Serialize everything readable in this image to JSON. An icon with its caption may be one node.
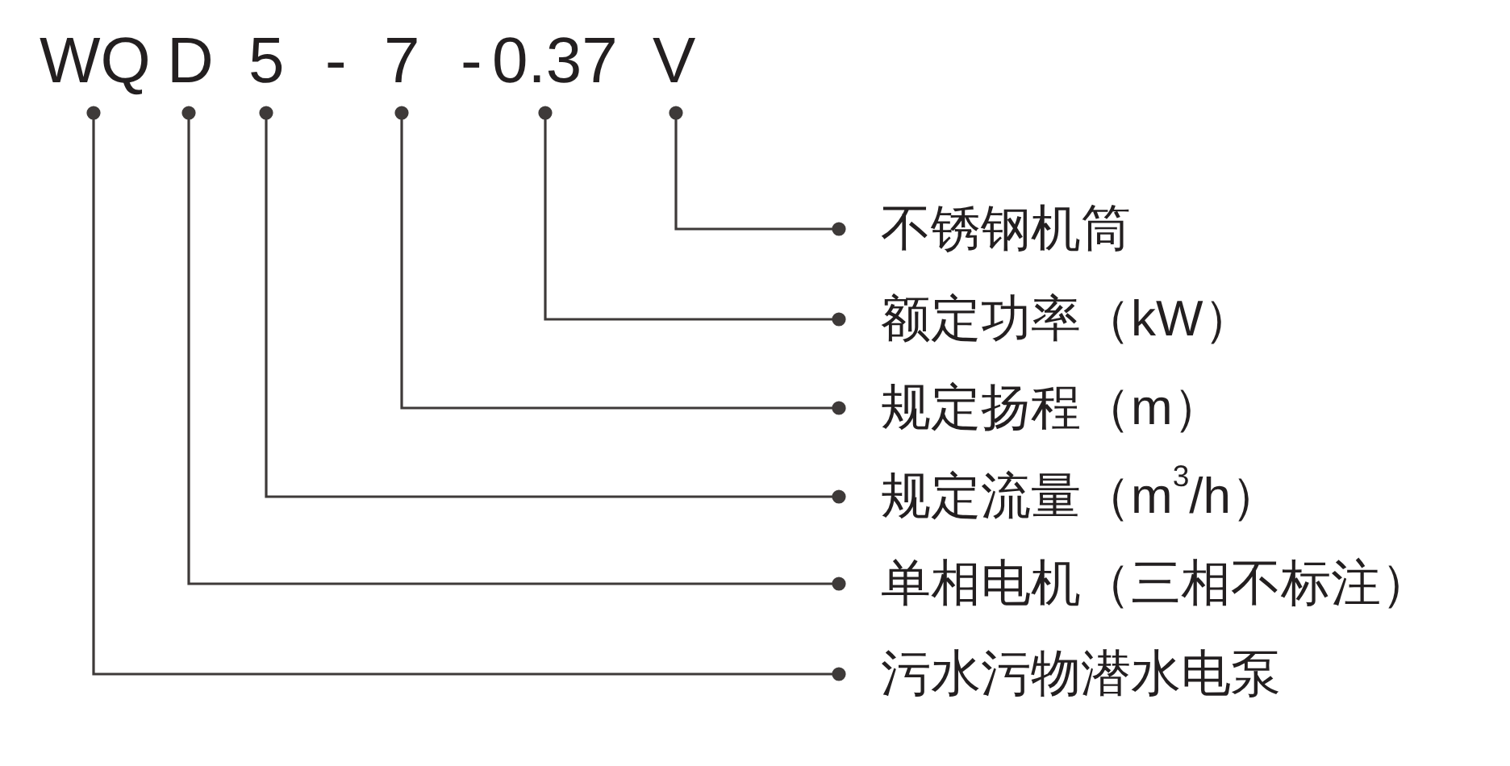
{
  "diagram": {
    "nodes": [
      {
        "text": [
          "WQ"
        ]
      },
      {
        "text": [
          "D"
        ]
      },
      {
        "text": [
          "5"
        ]
      },
      {
        "text": [
          "7"
        ]
      },
      {
        "text": [
          "0.37"
        ]
      },
      {
        "text": [
          "V"
        ]
      },
      {
        "text": [
          "不锈钢机筒"
        ]
      },
      {
        "text": [
          "额定功率（kW）"
        ]
      },
      {
        "text": [
          "规定扬程（m）"
        ]
      },
      {
        "text": [
          "规定流量（m$^{3}$/h）"
        ]
      },
      {
        "text": [
          "单相电机（三相不标注）"
        ]
      },
      {
        "text": [
          "污水污物潜水电泵"
        ]
      }
    ],
    "edges": [
      {
        "from": 0,
        "to": 11,
        "arrow": "other"
      },
      {
        "from": 1,
        "to": 10,
        "arrow": "other"
      },
      {
        "from": 2,
        "to": 9,
        "arrow": "other"
      },
      {
        "from": 3,
        "to": 8,
        "arrow": "other"
      },
      {
        "from": 4,
        "to": 7,
        "arrow": "other"
      },
      {
        "from": 5,
        "to": 6,
        "arrow": "other"
      }
    ],
    "labels": [
      "-",
      "-"
    ]
  }
}
